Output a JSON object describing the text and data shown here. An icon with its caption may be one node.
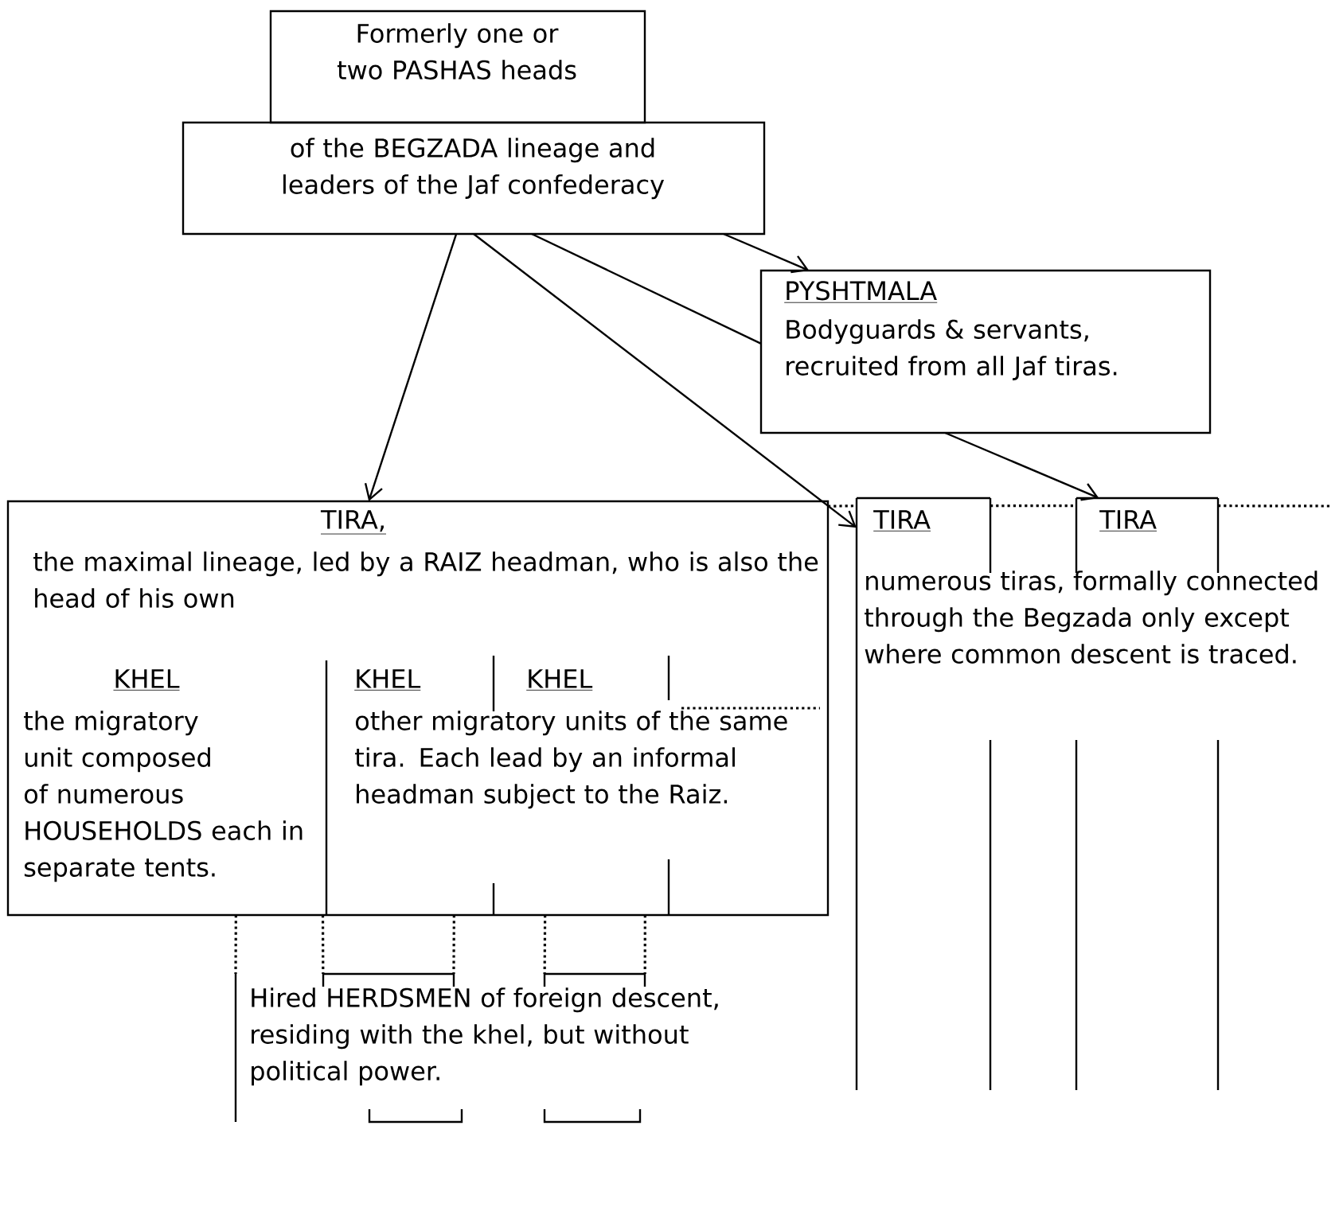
{
  "diagram": {
    "nodes": [
      {
        "text": [
          "Formerly one or two PASHAS heads"
        ]
      },
      {
        "text": [
          "of the BEGZADA lineage and leaders of the Jaf confederacy"
        ]
      },
      {
        "text": [
          "PYSHTMALA",
          "Bodyguards & servants, recruited from all Jaf tiras."
        ]
      },
      {
        "text": [
          "TIRA,",
          "the maximal lineage, led by a RAIZ headman, who is also the head of his own"
        ]
      },
      {
        "text": [
          "TIRA"
        ]
      },
      {
        "text": [
          "TIRA"
        ]
      },
      {
        "text": [
          "Hired HERDSMEN of foreign descent, residing with the khel, but without political power."
        ]
      }
    ],
    "edges": [
      {
        "from": 1,
        "to": 3,
        "arrow": "to"
      },
      {
        "from": 1,
        "to": 2,
        "arrow": "to"
      },
      {
        "from": 1,
        "to": 2,
        "arrow": "none"
      },
      {
        "from": 1,
        "to": 4,
        "arrow": "to"
      },
      {
        "from": 2,
        "to": 5,
        "arrow": "to"
      },
      {
        "from": 3,
        "to": 6,
        "arrow": "none",
        "style": "dashed"
      },
      {
        "from": 3,
        "to": 6,
        "arrow": "none",
        "style": "dashed"
      },
      {
        "from": 3,
        "to": 6,
        "arrow": "none",
        "style": "dashed"
      },
      {
        "from": 3,
        "to": 6,
        "arrow": "none",
        "style": "dashed"
      },
      {
        "from": 3,
        "to": 6,
        "arrow": "none",
        "style": "dashed"
      },
      {
        "from": 3,
        "to": 4,
        "arrow": "none",
        "style": "dashed"
      },
      {
        "from": 4,
        "to": 5,
        "arrow": "none",
        "style": "dashed"
      },
      {
        "from": 5,
        "to": null,
        "arrow": "none",
        "style": "dashed"
      }
    ],
    "labels": [
      "KHEL",
      "the migratory unit composed of numerous HOUSEHOLDS each in separate tents.",
      "KHEL",
      "KHEL",
      "other migratory units of the same tira. Each lead by an informal headman subject to the Raiz.",
      "numerous tiras, formally connected through the Begzada only except where common descent is traced."
    ]
  }
}
